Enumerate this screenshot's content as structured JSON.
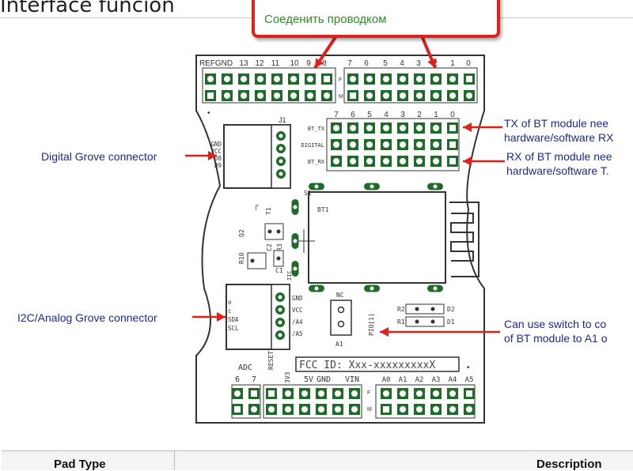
{
  "page": {
    "heading": "Interface funcion",
    "callout_text": "Соеденить проводком"
  },
  "board": {
    "top_header_left": [
      "REF",
      "GND",
      "13",
      "12",
      "11",
      "10",
      "9",
      "8"
    ],
    "top_header_right": [
      "7",
      "6",
      "5",
      "4",
      "3",
      "2",
      "1",
      "0"
    ],
    "mid_header_numbers": [
      "7",
      "6",
      "5",
      "4",
      "3",
      "2",
      "1",
      "0"
    ],
    "row_labels": [
      "BT_TX",
      "DIGITAL",
      "BT_RX"
    ],
    "j1_label": "J1",
    "j1_pins": [
      "GND",
      "VCC",
      "D8",
      "D9"
    ],
    "i2c_pins": [
      "GND",
      "VCC",
      "/A4",
      "/A5"
    ],
    "i2c_side_pins": [
      "o",
      "c",
      "SDA",
      "SCL"
    ],
    "s1": "S1",
    "bt1": "BT1",
    "t1": "T1",
    "q2": "Q2",
    "r3": "R3",
    "r10": "R10",
    "c2": "C2",
    "c1": "C1",
    "iic": "IIC",
    "nc": "NC",
    "a1": "A1",
    "pio": "PIO[1]",
    "r2": "R2",
    "r1": "R1",
    "d2": "D2",
    "d1": "D1",
    "fcc": "FCC ID: Xxx-xxxxxxxxxX",
    "adc": "ADC",
    "reset": "RESET",
    "v33": "3V3",
    "v5": "5V",
    "gnd": "GND",
    "vin": "VIN",
    "bottom_left_nums": [
      "6",
      "7"
    ],
    "bottom_analog": [
      "A0",
      "A1",
      "A2",
      "A3",
      "A4",
      "A5"
    ],
    "fm": [
      "F",
      "M"
    ]
  },
  "annotations": {
    "digital_grove": "Digital Grove connector",
    "i2c_grove": "I2C/Analog Grove connector",
    "tx_line1": "TX of BT module nee",
    "tx_line2": "hardware/software RX",
    "rx_line1": "RX of BT module nee",
    "rx_line2": "hardware/software T.",
    "switch_line1": "Can use switch to co",
    "switch_line2": "of BT module to A1 o"
  },
  "table": {
    "col1": "Pad Type",
    "col2": "Description"
  },
  "colors": {
    "pad_green": "#1f6b2a",
    "arrow_red": "#e0201a",
    "callout_text": "#2e8b2e",
    "label_blue": "#1e2a8c"
  }
}
